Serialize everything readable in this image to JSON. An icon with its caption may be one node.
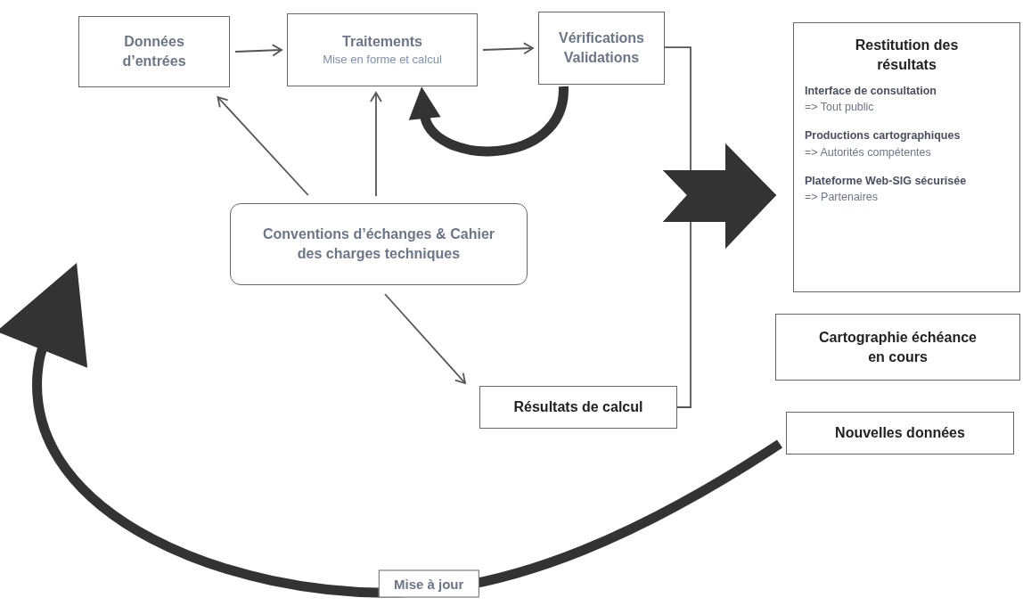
{
  "diagram": {
    "nodes": [
      {
        "text": [
          "Données d’entrées"
        ]
      },
      {
        "text": [
          "Traitements",
          "Mise en forme et calcul"
        ]
      },
      {
        "text": [
          "Vérifications Validations"
        ]
      },
      {
        "text": [
          "Restitution des résultats",
          "Interface de consultation",
          "=> Tout public",
          "Productions cartographiques",
          "=> Autorités compétentes",
          "Plateforme Web-SIG sécurisée",
          "=> Partenaires"
        ]
      },
      {
        "text": [
          "Cartographie échéance en cours"
        ]
      },
      {
        "text": [
          "Nouvelles données"
        ]
      },
      {
        "text": [
          "Conventions d’échanges & Cahier des charges techniques"
        ]
      },
      {
        "text": [
          "Résultats de calcul"
        ]
      }
    ],
    "edges": [
      {
        "from": 0,
        "to": 1,
        "arrow": "to"
      },
      {
        "from": 1,
        "to": 2,
        "arrow": "to"
      },
      {
        "from": 2,
        "to": 1,
        "arrow": "to",
        "style": "thick"
      },
      {
        "from": 6,
        "to": 0,
        "arrow": "to"
      },
      {
        "from": 6,
        "to": 1,
        "arrow": "to"
      },
      {
        "from": 6,
        "to": 7,
        "arrow": "to"
      },
      {
        "from": 2,
        "to": 3,
        "arrow": "to"
      },
      {
        "from": 7,
        "to": 3,
        "arrow": "to"
      },
      {
        "from": 5,
        "to": null,
        "arrow": "to",
        "label": "Mise à jour",
        "style": "thick"
      }
    ]
  }
}
